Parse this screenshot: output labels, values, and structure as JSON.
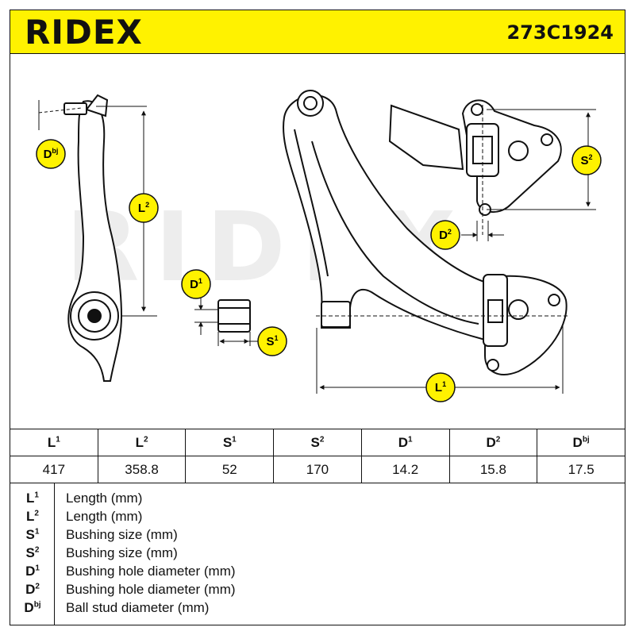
{
  "header": {
    "logo": "RIDEX",
    "part_number": "273C1924"
  },
  "watermark": "RIDEX",
  "badges": {
    "dbj": {
      "main": "D",
      "sup": "bj"
    },
    "l2": {
      "main": "L",
      "sup": "2"
    },
    "d1": {
      "main": "D",
      "sup": "1"
    },
    "s1": {
      "main": "S",
      "sup": "1"
    },
    "d2": {
      "main": "D",
      "sup": "2"
    },
    "s2": {
      "main": "S",
      "sup": "2"
    },
    "l1": {
      "main": "L",
      "sup": "1"
    }
  },
  "table": {
    "headers": [
      {
        "main": "L",
        "sup": "1"
      },
      {
        "main": "L",
        "sup": "2"
      },
      {
        "main": "S",
        "sup": "1"
      },
      {
        "main": "S",
        "sup": "2"
      },
      {
        "main": "D",
        "sup": "1"
      },
      {
        "main": "D",
        "sup": "2"
      },
      {
        "main": "D",
        "sup": "bj"
      }
    ],
    "values": [
      "417",
      "358.8",
      "52",
      "170",
      "14.2",
      "15.8",
      "17.5"
    ]
  },
  "legend": [
    {
      "main": "L",
      "sup": "1",
      "desc": "Length (mm)"
    },
    {
      "main": "L",
      "sup": "2",
      "desc": "Length (mm)"
    },
    {
      "main": "S",
      "sup": "1",
      "desc": "Bushing size (mm)"
    },
    {
      "main": "S",
      "sup": "2",
      "desc": "Bushing size (mm)"
    },
    {
      "main": "D",
      "sup": "1",
      "desc": "Bushing hole diameter (mm)"
    },
    {
      "main": "D",
      "sup": "2",
      "desc": "Bushing hole diameter (mm)"
    },
    {
      "main": "D",
      "sup": "bj",
      "desc": "Ball stud diameter (mm)"
    }
  ],
  "colors": {
    "accent_yellow": "#fff200",
    "line": "#111111",
    "watermark": "#ededed"
  }
}
